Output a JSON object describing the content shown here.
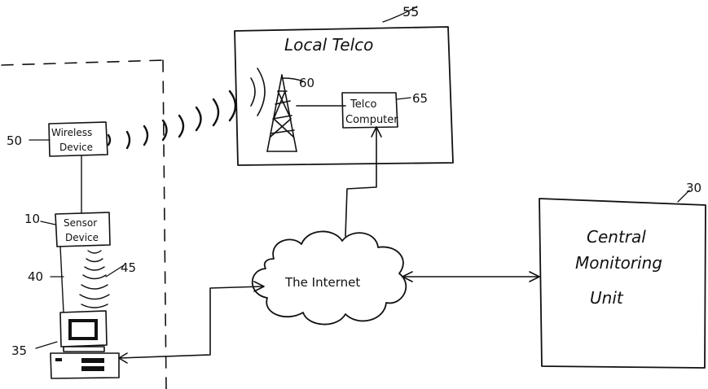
{
  "labels": {
    "local_telco": "Local Telco",
    "telco_computer_line1": "Telco",
    "telco_computer_line2": "Computer",
    "wireless_device_line1": "Wireless",
    "wireless_device_line2": "Device",
    "sensor_device_line1": "Sensor",
    "sensor_device_line2": "Device",
    "internet": "The Internet",
    "cmu_line1": "Central",
    "cmu_line2": "Monitoring",
    "cmu_line3": "Unit"
  },
  "refs": {
    "telco_box": "55",
    "tower": "60",
    "telco_computer": "65",
    "wireless_device": "50",
    "sensor_device": "10",
    "cable": "40",
    "computer": "35",
    "sensor_waves": "45",
    "cmu": "30"
  }
}
